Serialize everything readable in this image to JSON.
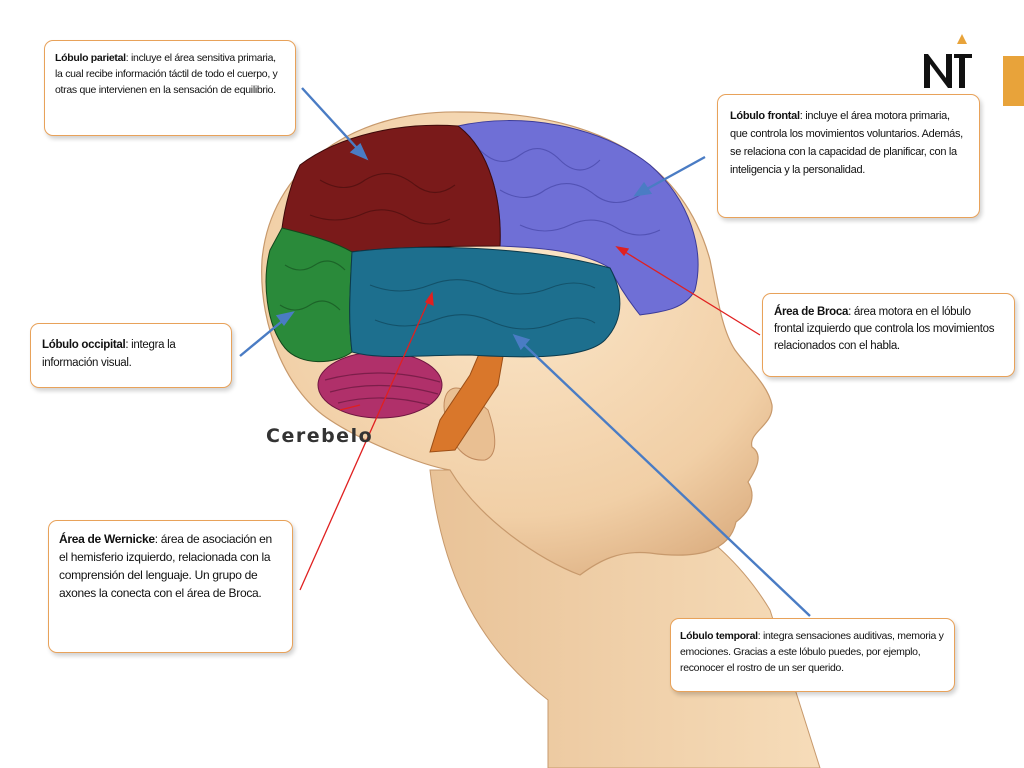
{
  "labels": {
    "parietal": {
      "title": "Lóbulo parietal",
      "text": ": incluye el área sensitiva primaria, la cual recibe información táctil de todo el cuerpo, y otras que intervienen en la sensación de equilibrio."
    },
    "frontal": {
      "title": "Lóbulo frontal",
      "text": ": incluye el área motora primaria, que controla los movimientos voluntarios. Además, se relaciona con la capacidad de planificar, con la inteligencia y la personalidad."
    },
    "broca": {
      "title": "Área de Broca",
      "text": ": área motora en el lóbulo frontal izquierdo que controla los movimientos relacionados con el habla."
    },
    "occipital": {
      "title": "Lóbulo occipital",
      "text": ": integra la información visual."
    },
    "wernicke": {
      "title": "Área de Wernicke",
      "text": ": área de asociación en el hemisferio izquierdo, relacionada con la comprensión del lenguaje. Un grupo de axones la conecta con el área de Broca."
    },
    "temporal": {
      "title": "Lóbulo temporal",
      "text": ": integra sensaciones auditivas, memoria y emociones. Gracias a este lóbulo puedes, por ejemplo, reconocer el rostro de un ser querido."
    },
    "cerebelo": "Cerebelo"
  },
  "colors": {
    "parietal": "#7a1a1a",
    "frontal": "#6f6fd6",
    "temporal": "#1d6f8e",
    "occipital": "#2a8a3a",
    "cerebellum": "#b0306a",
    "brainstem": "#d9772b",
    "skin": "#f4d6b0",
    "callout_border": "#e8a25a",
    "arrow_blue": "#4a7cc4",
    "arrow_red": "#e02020",
    "accent": "#e8a33a"
  }
}
